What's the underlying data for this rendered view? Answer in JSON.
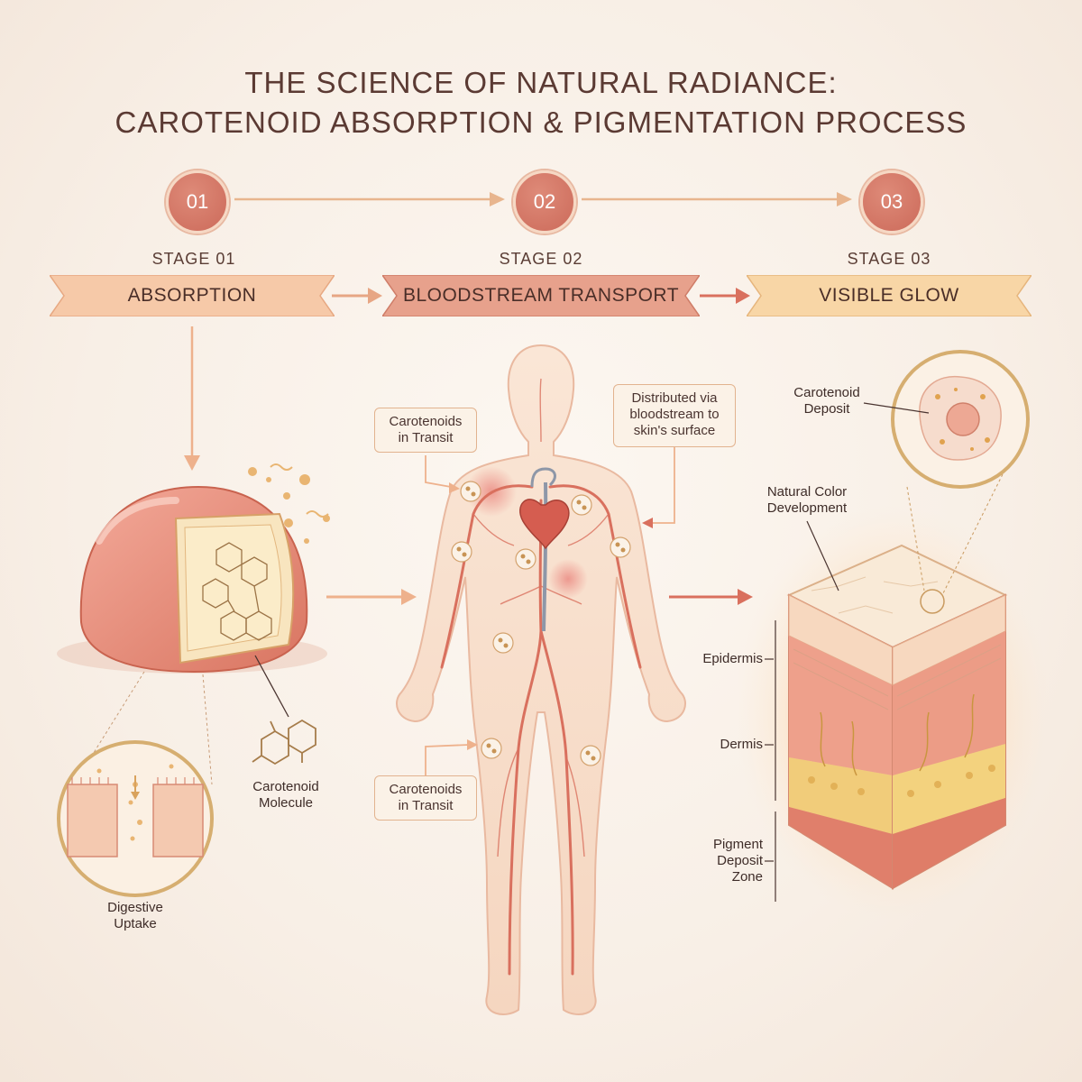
{
  "title": {
    "line1": "THE SCIENCE OF NATURAL RADIANCE:",
    "line2": "CAROTENOID ABSORPTION & PIGMENTATION PROCESS"
  },
  "stages": [
    {
      "number": "01",
      "label": "STAGE 01",
      "banner": "ABSORPTION",
      "color": "#f4c09e"
    },
    {
      "number": "02",
      "label": "STAGE 02",
      "banner": "BLOODSTREAM TRANSPORT",
      "color": "#e59a86"
    },
    {
      "number": "03",
      "label": "STAGE 03",
      "banner": "VISIBLE GLOW",
      "color": "#f6cf98"
    }
  ],
  "stage1": {
    "molecule_label": "Carotenoid\nMolecule",
    "uptake_label": "Digestive\nUptake"
  },
  "stage2": {
    "transit_top": "Carotenoids\nin Transit",
    "distributed": "Distributed via\nbloodstream to\nskin's surface",
    "transit_bottom": "Carotenoids\nin Transit"
  },
  "stage3": {
    "deposit": "Carotenoid\nDeposit",
    "natural_color": "Natural Color\nDevelopment",
    "epidermis": "Epidermis",
    "dermis": "Dermis",
    "pigment_zone": "Pigment\nDeposit\nZone"
  },
  "colors": {
    "accent": "#cc6a5a",
    "artery": "#d9705e",
    "vein": "#8e97a8",
    "body": "#f7ddc8",
    "gold": "#d9b25e"
  }
}
